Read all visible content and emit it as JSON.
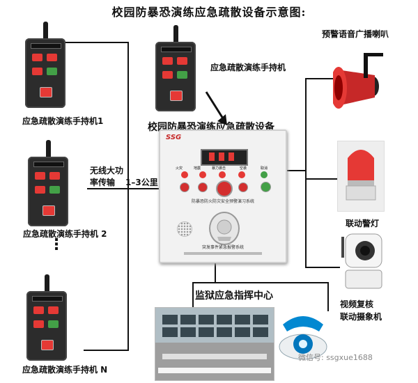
{
  "title": "校园防暴恐演练应急疏散设备示意图:",
  "handhelds": {
    "unit1_label": "应急疏散演练手持机1",
    "unit_top_label": "应急疏散演练手持机",
    "unit2_label": "应急疏散演练手持机 2",
    "unitN_label": "应急疏散演练手持机 N",
    "ellipsis": "⋮"
  },
  "wireless": {
    "label_line1": "无线大功",
    "label_line2": "率传输",
    "range": "1–3公里"
  },
  "main_device": {
    "title": "校园防暴恐演练应急疏散设备",
    "brand": "SSG",
    "subtitle": "防暴恐防火防灾安全预警演习系统",
    "footer": "突发事件紧急报警系统",
    "button_labels": [
      "火灾",
      "地震",
      "暴力袭击",
      "空袭",
      "取消"
    ]
  },
  "outputs": {
    "horn_label": "预警语音广播喇叭",
    "light_label": "联动警灯",
    "camera_label_line1": "视频复核",
    "camera_label_line2": "联动摄象机"
  },
  "command_center": {
    "label": "监狱应急指挥中心"
  },
  "watermark": "微信号: ssgxue1688",
  "colors": {
    "button_red": "#e53935",
    "button_green": "#43a047",
    "horn_red": "#d32f2f"
  }
}
